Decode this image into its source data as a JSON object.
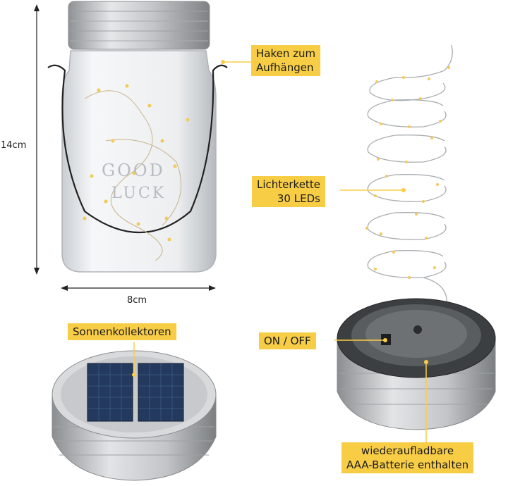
{
  "dimensions": {
    "height": "14cm",
    "width": "8cm"
  },
  "callouts": {
    "hook_line1": "Haken zum",
    "hook_line2": "Aufhängen",
    "string_line1": "Lichterkette",
    "string_line2": "30 LEDs",
    "solar": "Sonnenkollektoren",
    "switch": "ON / OFF",
    "battery_line1": "wiederaufladbare",
    "battery_line2": "AAA-Batterie enthalten"
  },
  "jar_embossing": {
    "line1": "GOOD",
    "line2": "LUCK"
  },
  "colors": {
    "callout": "#f8cd46",
    "metal": "#c8cacc",
    "glass": "#eef0f2",
    "led": "#f5c85a"
  }
}
